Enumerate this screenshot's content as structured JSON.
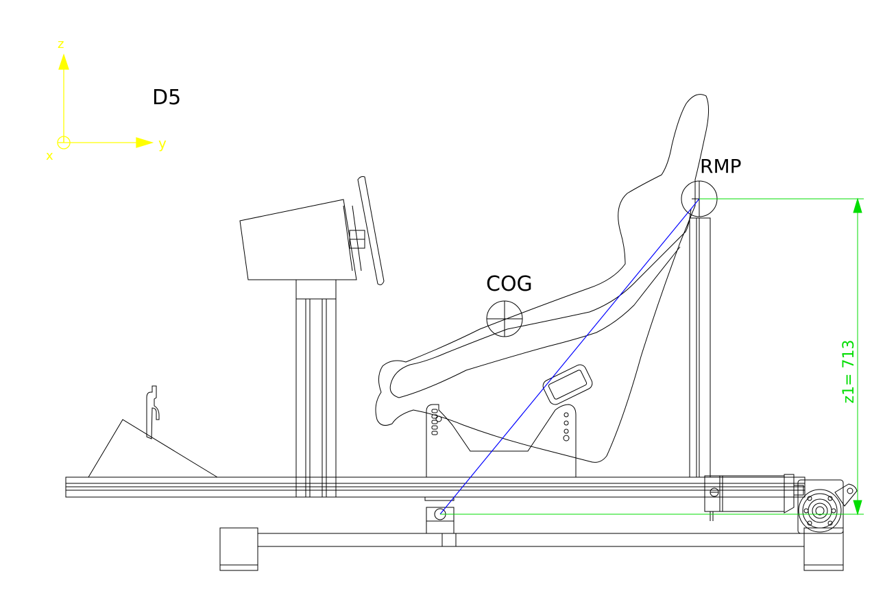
{
  "drawing": {
    "view_id": "D5",
    "colors": {
      "background": "#ffffff",
      "line": "#000000",
      "axis": "#ffff00",
      "dimension": "#00dd00",
      "link": "#0000ff"
    }
  },
  "axes": {
    "z_label": "z",
    "y_label": "y",
    "x_label": "x"
  },
  "labels": {
    "cog": "COG",
    "rmp": "RMP"
  },
  "dimension": {
    "text": "z1= 713"
  }
}
